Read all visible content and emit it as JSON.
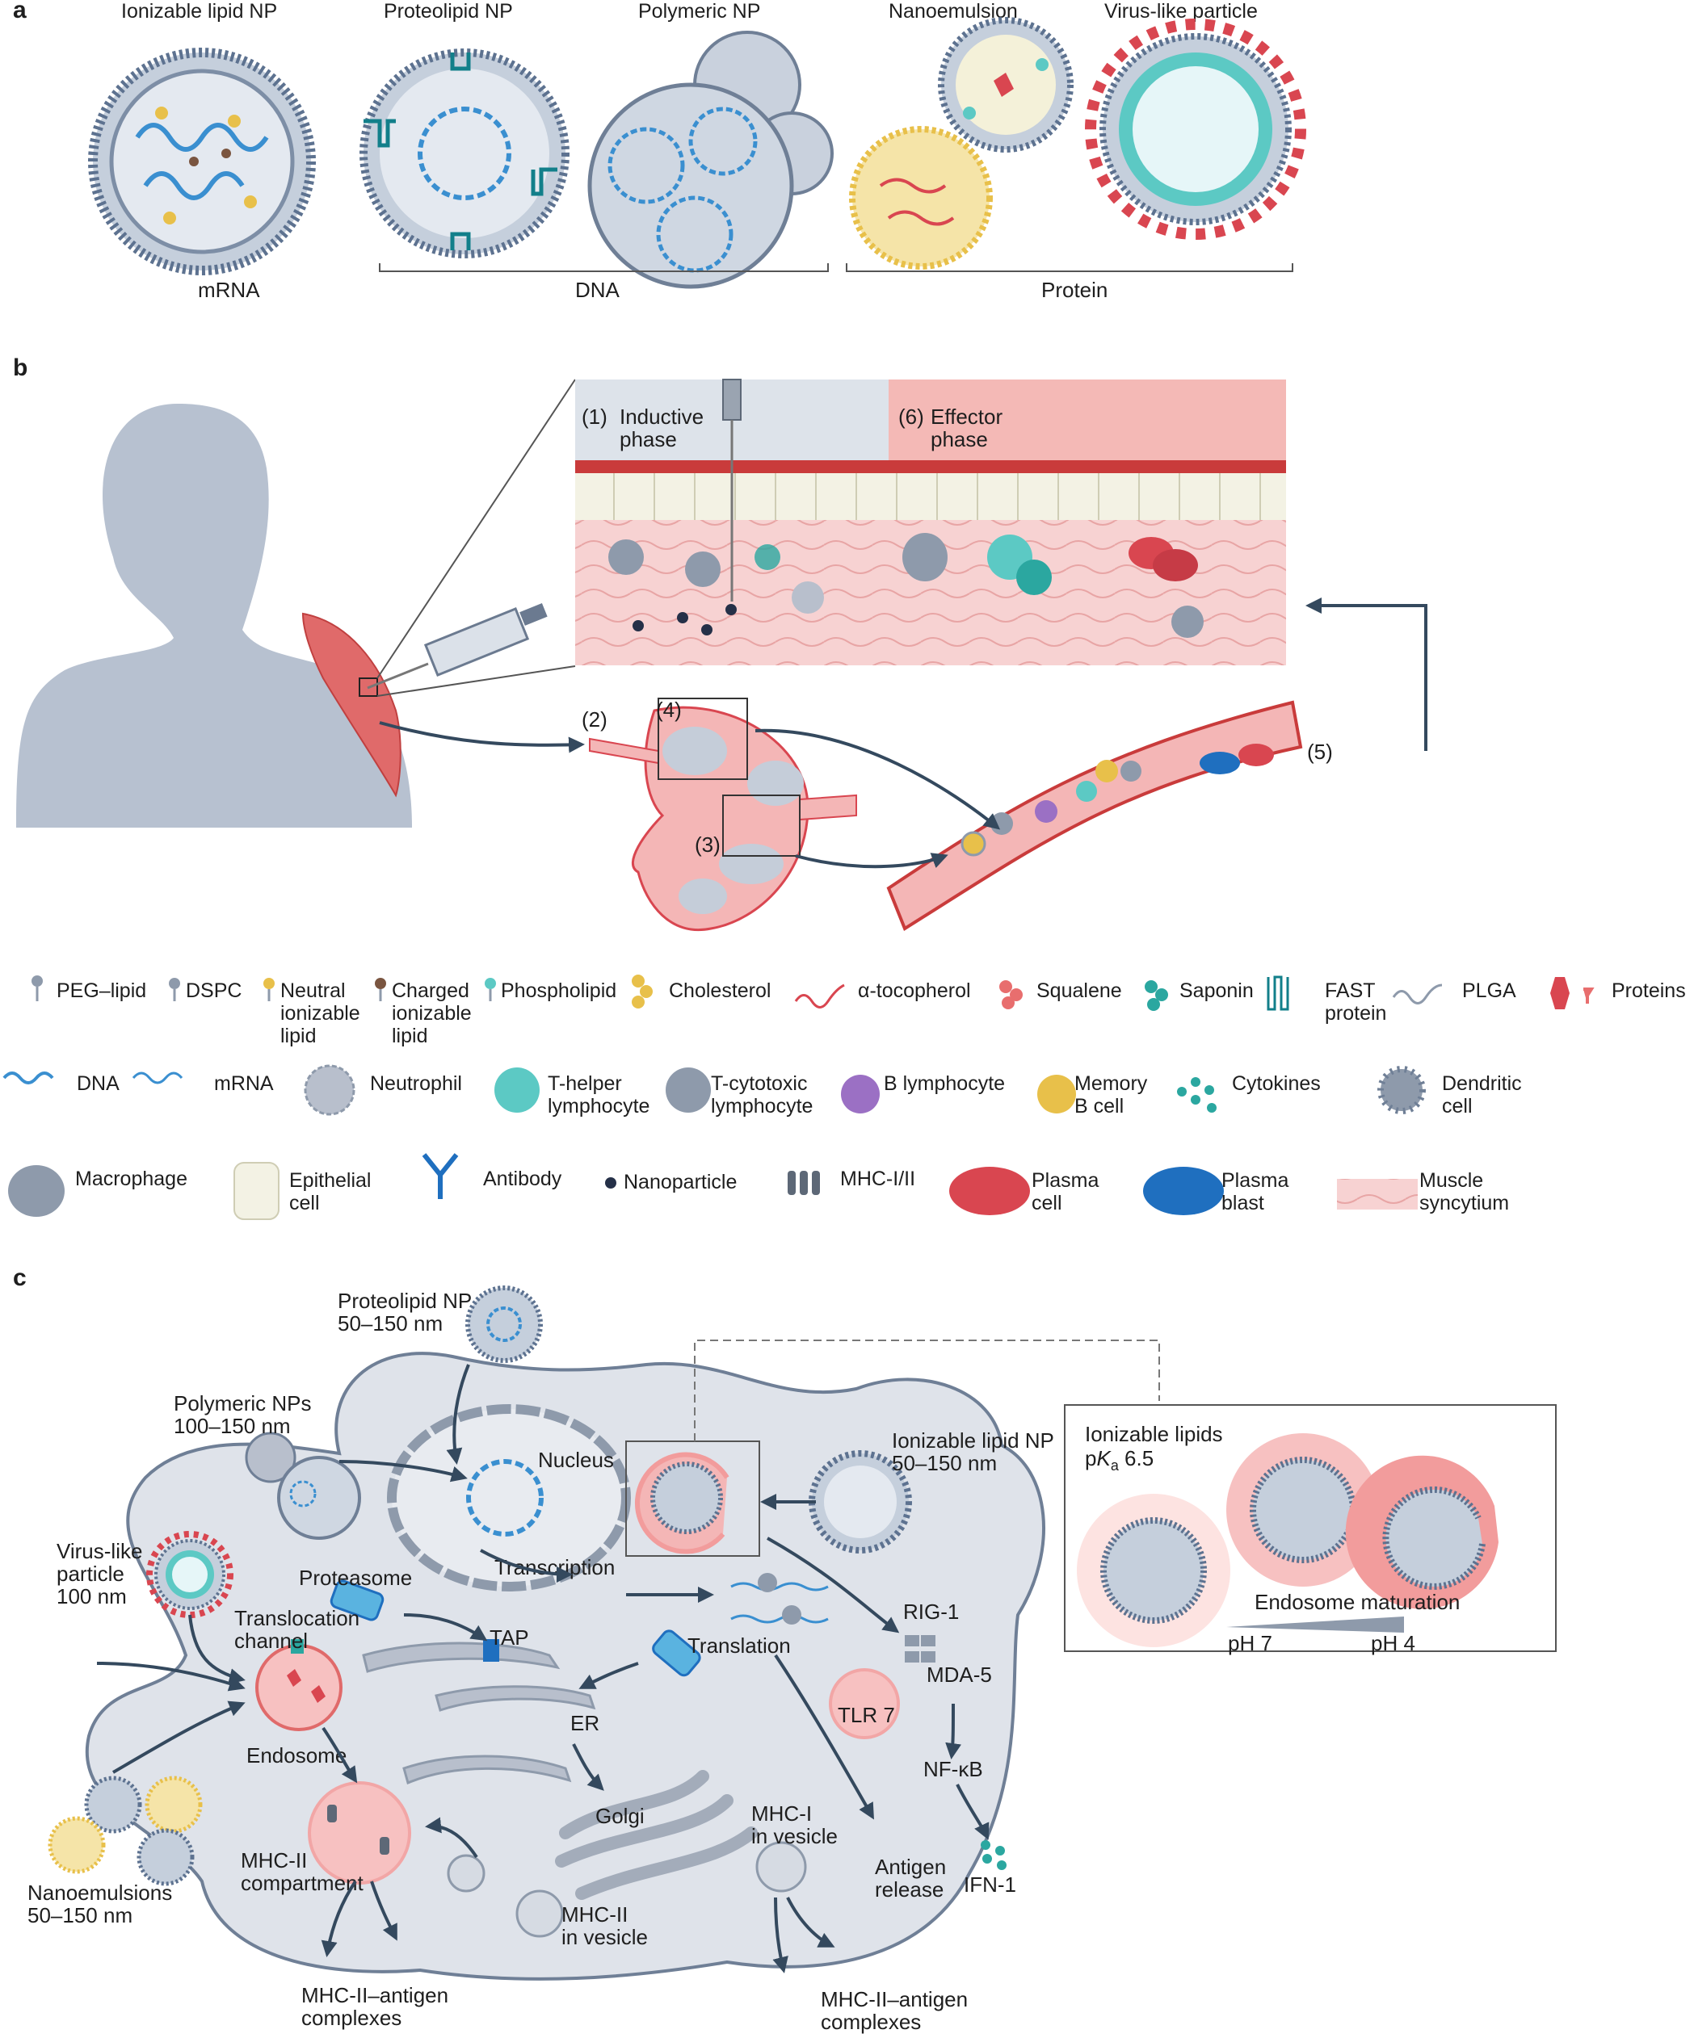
{
  "panels": {
    "a": "a",
    "b": "b",
    "c": "c"
  },
  "panel_a": {
    "particles": [
      "Ionizable lipid NP",
      "Proteolipid NP",
      "Polymeric NP",
      "Nanoemulsion",
      "Virus-like particle"
    ],
    "cargo": [
      "mRNA",
      "DNA",
      "Protein"
    ]
  },
  "panel_b": {
    "inductive_num": "(1)",
    "inductive_1": "Inductive",
    "inductive_2": "phase",
    "effector_num": "(6)",
    "effector_1": "Effector",
    "effector_2": "phase",
    "steps": [
      "(2)",
      "(3)",
      "(4)",
      "(5)"
    ]
  },
  "legend": {
    "row1": [
      {
        "icon": "peg-lipid-icon",
        "l1": "PEG–lipid"
      },
      {
        "icon": "dspc-icon",
        "l1": "DSPC"
      },
      {
        "icon": "neutral-lipid-icon",
        "l1": "Neutral",
        "l2": "ionizable",
        "l3": "lipid"
      },
      {
        "icon": "charged-lipid-icon",
        "l1": "Charged",
        "l2": "ionizable",
        "l3": "lipid"
      },
      {
        "icon": "phospholipid-icon",
        "l1": "Phospholipid"
      },
      {
        "icon": "cholesterol-icon",
        "l1": "Cholesterol"
      },
      {
        "icon": "tocopherol-icon",
        "l1": "α-tocopherol"
      },
      {
        "icon": "squalene-icon",
        "l1": "Squalene"
      },
      {
        "icon": "saponin-icon",
        "l1": "Saponin"
      },
      {
        "icon": "fast-protein-icon",
        "l1": "FAST",
        "l2": "protein"
      },
      {
        "icon": "plga-icon",
        "l1": "PLGA"
      },
      {
        "icon": "proteins-icon",
        "l1": "Proteins"
      }
    ],
    "row2": [
      {
        "icon": "dna-icon",
        "l1": "DNA"
      },
      {
        "icon": "mrna-icon",
        "l1": "mRNA"
      },
      {
        "icon": "neutrophil-icon",
        "l1": "Neutrophil"
      },
      {
        "icon": "t-helper-icon",
        "l1": "T-helper",
        "l2": "lymphocyte"
      },
      {
        "icon": "t-cytotoxic-icon",
        "l1": "T-cytotoxic",
        "l2": "lymphocyte"
      },
      {
        "icon": "b-lymphocyte-icon",
        "l1": "B lymphocyte"
      },
      {
        "icon": "memory-b-icon",
        "l1": "Memory",
        "l2": "B cell"
      },
      {
        "icon": "cytokines-icon",
        "l1": "Cytokines"
      },
      {
        "icon": "dendritic-cell-icon",
        "l1": "Dendritic",
        "l2": "cell"
      }
    ],
    "row3": [
      {
        "icon": "macrophage-icon",
        "l1": "Macrophage"
      },
      {
        "icon": "epithelial-cell-icon",
        "l1": "Epithelial",
        "l2": "cell"
      },
      {
        "icon": "antibody-icon",
        "l1": "Antibody"
      },
      {
        "icon": "nanoparticle-icon",
        "l1": "Nanoparticle"
      },
      {
        "icon": "mhc-icon",
        "l1": "MHC-I/II"
      },
      {
        "icon": "plasma-cell-icon",
        "l1": "Plasma",
        "l2": "cell"
      },
      {
        "icon": "plasma-blast-icon",
        "l1": "Plasma",
        "l2": "blast"
      },
      {
        "icon": "muscle-syncytium-icon",
        "l1": "Muscle",
        "l2": "syncytium"
      }
    ]
  },
  "panel_c": {
    "proteolipid_1": "Proteolipid NP",
    "proteolipid_2": "50–150 nm",
    "polymeric_1": "Polymeric NPs",
    "polymeric_2": "100–150 nm",
    "vlp_1": "Virus-like",
    "vlp_2": "particle",
    "vlp_3": "100 nm",
    "ionizable_1": "Ionizable lipid NP",
    "ionizable_2": "50–150 nm",
    "nanoemulsions_1": "Nanoemulsions",
    "nanoemulsions_2": "50–150 nm",
    "nucleus": "Nucleus",
    "transcription": "Transcription",
    "proteasome": "Proteasome",
    "translocation_1": "Translocation",
    "translocation_2": "channel",
    "tap": "TAP",
    "translation": "Translation",
    "endosome": "Endosome",
    "er": "ER",
    "golgi": "Golgi",
    "mhc2_comp_1": "MHC-II",
    "mhc2_comp_2": "compartment",
    "mhc2_vesicle_1": "MHC-II",
    "mhc2_vesicle_2": "in vesicle",
    "mhc1_vesicle_1": "MHC-I",
    "mhc1_vesicle_2": "in vesicle",
    "rig1": "RIG-1",
    "mda5": "MDA-5",
    "tlr7": "TLR 7",
    "nfkb": "NF-κB",
    "ifn": "IFN-1",
    "antigen_release_1": "Antigen",
    "antigen_release_2": "release",
    "mhc2_complex_1a": "MHC-II–antigen",
    "mhc2_complex_1b": "complexes",
    "mhc2_complex_2a": "MHC-II–antigen",
    "mhc2_complex_2b": "complexes",
    "inset_title_1": "Ionizable lipids",
    "inset_pka_p": "p",
    "inset_pka_k": "K",
    "inset_pka_a": "a",
    "inset_pka_v": " 6.5",
    "endosome_maturation": "Endosome maturation",
    "ph7": "pH 7",
    "ph4": "pH 4"
  },
  "colors": {
    "teal": "#5cc9c4",
    "red": "#d94650",
    "pink": "#f4b6b6",
    "navy": "#34495e",
    "gray_cell": "#dfe3ea",
    "gold": "#e8c04a"
  }
}
